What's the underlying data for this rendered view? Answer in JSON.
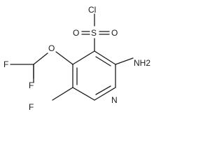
{
  "molecule": {
    "labels": {
      "cl": "Cl",
      "s": "S",
      "o_left": "O",
      "o_right": "O",
      "nh2": "NH2",
      "o_ether": "O",
      "f_top": "F",
      "f_left": "F",
      "f_bottom": "F",
      "n_ring": "N"
    },
    "colors": {
      "bond": "#1a1a1a",
      "text": "#1a1a1a",
      "background": "#ffffff"
    }
  }
}
